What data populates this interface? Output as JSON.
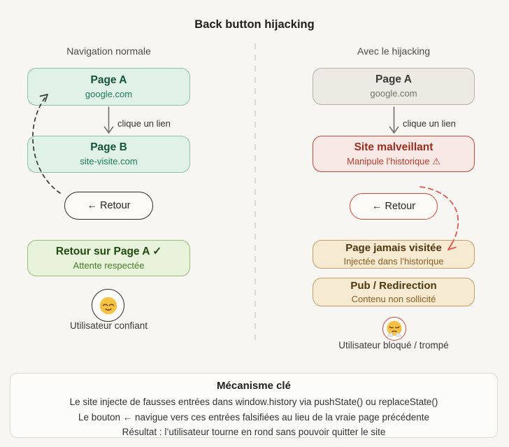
{
  "title": "Back button hijacking",
  "left": {
    "header": "Navigation normale",
    "page_a": {
      "title": "Page A",
      "subtitle": "google.com"
    },
    "arrow_label": "clique un lien",
    "page_b": {
      "title": "Page B",
      "subtitle": "site-visite.com"
    },
    "back_button": "← Retour",
    "result": {
      "title": "Retour sur Page A ✓",
      "subtitle": "Attente respectée"
    },
    "emoji": "relieved-face",
    "caption": "Utilisateur confiant"
  },
  "right": {
    "header": "Avec le hijacking",
    "page_a": {
      "title": "Page A",
      "subtitle": "google.com"
    },
    "arrow_label": "clique un lien",
    "malicious": {
      "title": "Site malveillant",
      "subtitle": "Manipule l’historique ⚠"
    },
    "back_button": "← Retour",
    "fake_page": {
      "title": "Page jamais visitée",
      "subtitle": "Injectée dans l’historique"
    },
    "ad_page": {
      "title": "Pub / Redirection",
      "subtitle": "Contenu non sollicité"
    },
    "emoji": "face-with-steam",
    "caption": "Utilisateur bloqué / trompé"
  },
  "mechanism": {
    "title": "Mécanisme clé",
    "lines": [
      "Le site injecte de fausses entrées dans window.history via pushState() ou replaceState()",
      "Le bouton ← navigue vers ces entrées falsifiées au lieu de la vraie page précédente",
      "Résultat : l’utilisateur tourne en rond sans pouvoir quitter le site"
    ]
  },
  "colors": {
    "background": "#f7f6f2",
    "teal_box_bg": "#e0f1e8",
    "teal_border": "#8ec2aa",
    "teal_text": "#1e7a57",
    "green_box_bg": "#e9f3db",
    "green_text": "#3f7d22",
    "neutral_box_bg": "#ecebe3",
    "red_box_bg": "#f9e9e6",
    "red_accent": "#c44b3a",
    "tan_box_bg": "#f6ead3",
    "tan_accent": "#c59f64",
    "dashed_arrow_dark": "#3a3a35",
    "dashed_arrow_red": "#e2584d"
  }
}
